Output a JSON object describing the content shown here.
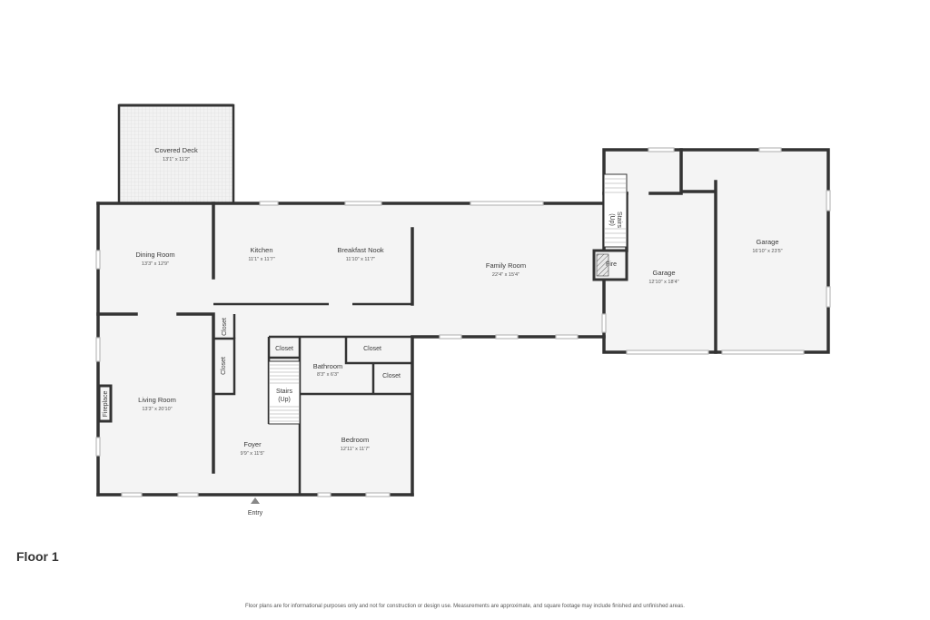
{
  "floor": {
    "title": "Floor 1"
  },
  "disclaimer": "Floor plans are for informational purposes only and not for construction or design use. Measurements are approximate, and square footage may include finished and unfinished areas.",
  "rooms": {
    "covered_deck": {
      "name": "Covered Deck",
      "dims": "13'1\" x 11'2\""
    },
    "dining_room": {
      "name": "Dining Room",
      "dims": "13'3\" x 12'9\""
    },
    "kitchen": {
      "name": "Kitchen",
      "dims": "11'1\" x 11'7\""
    },
    "breakfast_nook": {
      "name": "Breakfast Nook",
      "dims": "11'10\" x 11'7\""
    },
    "family_room": {
      "name": "Family Room",
      "dims": "22'4\" x 15'4\""
    },
    "living_room": {
      "name": "Living Room",
      "dims": "13'3\" x 20'10\""
    },
    "bathroom": {
      "name": "Bathroom",
      "dims": "8'3\" x 6'3\""
    },
    "bedroom": {
      "name": "Bedroom",
      "dims": "12'11\" x 11'7\""
    },
    "foyer": {
      "name": "Foyer",
      "dims": "9'9\" x 11'5\""
    },
    "garage_small": {
      "name": "Garage",
      "dims": "12'10\" x 18'4\""
    },
    "garage_large": {
      "name": "Garage",
      "dims": "16'10\" x 23'5\""
    }
  },
  "labels": {
    "closet": "Closet",
    "stairs": "Stairs",
    "stairs_up": "(Up)",
    "fireplace": "Fireplace",
    "fire": "Fire",
    "entry": "Entry"
  }
}
